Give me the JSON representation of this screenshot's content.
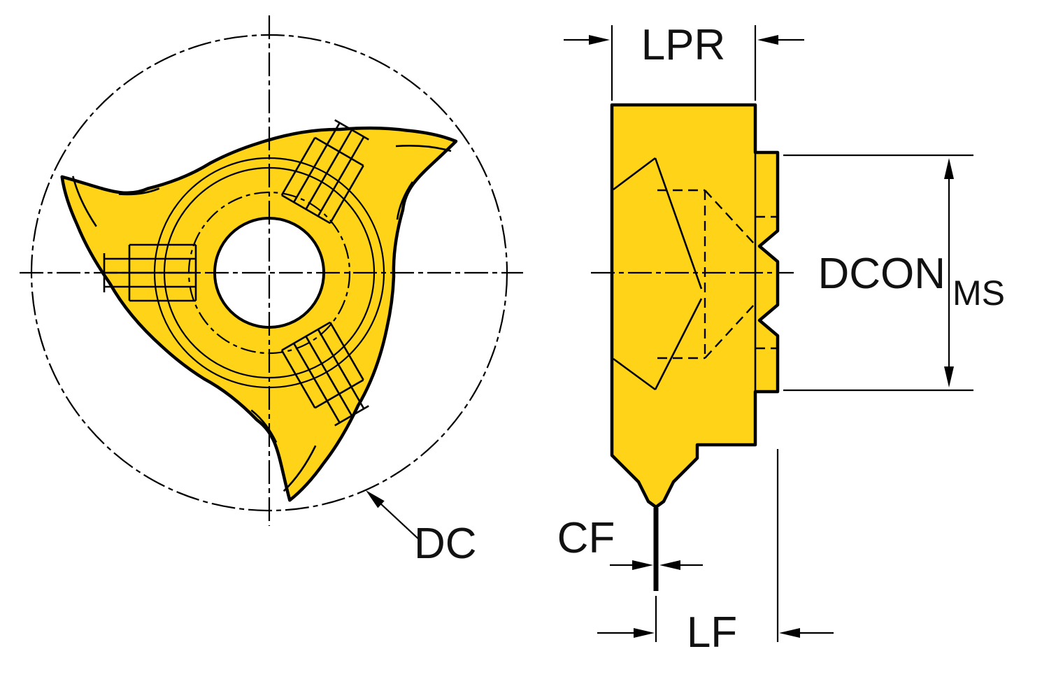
{
  "figure": {
    "labels": {
      "lpr": "LPR",
      "dcon": "DCON",
      "dcon_sub": "MS",
      "dc": "DC",
      "cf": "CF",
      "lf": "LF"
    },
    "colors": {
      "insert_fill": "#FFD318",
      "line": "#000000",
      "background": "#FFFFFF"
    }
  }
}
